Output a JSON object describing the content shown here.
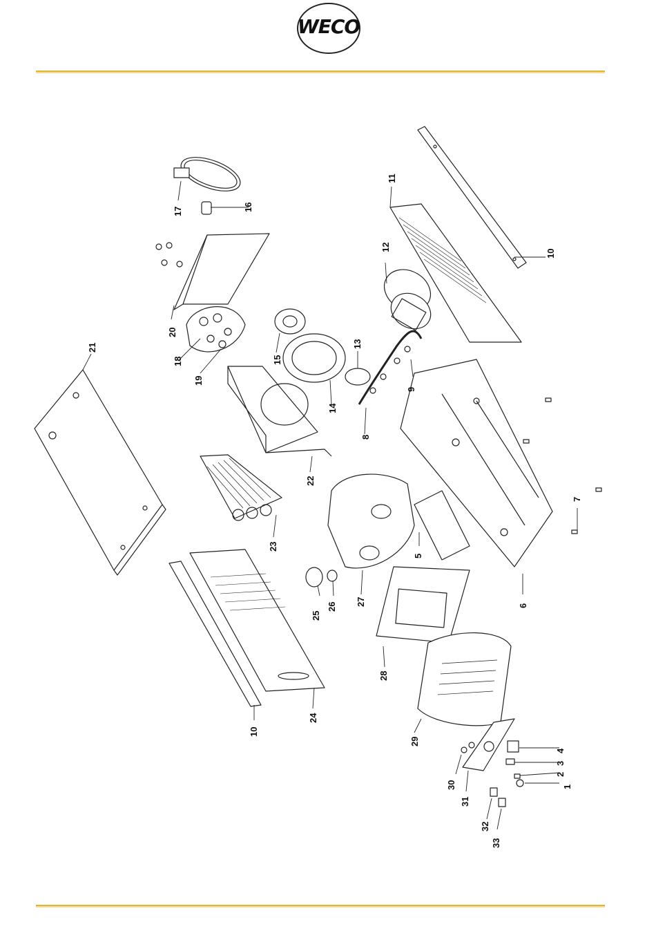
{
  "header": {
    "logo_text": "WECO"
  },
  "colors": {
    "accent_rule": "#e2b33a",
    "line": "#222222"
  },
  "callouts": [
    {
      "id": "c1",
      "text": "1"
    },
    {
      "id": "c2",
      "text": "2"
    },
    {
      "id": "c3",
      "text": "3"
    },
    {
      "id": "c4",
      "text": "4"
    },
    {
      "id": "c5",
      "text": "5"
    },
    {
      "id": "c6",
      "text": "6"
    },
    {
      "id": "c7",
      "text": "7"
    },
    {
      "id": "c8",
      "text": "8"
    },
    {
      "id": "c9",
      "text": "9"
    },
    {
      "id": "c10a",
      "text": "10"
    },
    {
      "id": "c10b",
      "text": "10"
    },
    {
      "id": "c11",
      "text": "11"
    },
    {
      "id": "c12",
      "text": "12"
    },
    {
      "id": "c13",
      "text": "13"
    },
    {
      "id": "c14",
      "text": "14"
    },
    {
      "id": "c15",
      "text": "15"
    },
    {
      "id": "c16",
      "text": "16"
    },
    {
      "id": "c17",
      "text": "17"
    },
    {
      "id": "c18",
      "text": "18"
    },
    {
      "id": "c19",
      "text": "19"
    },
    {
      "id": "c20",
      "text": "20"
    },
    {
      "id": "c21",
      "text": "21"
    },
    {
      "id": "c22",
      "text": "22"
    },
    {
      "id": "c23",
      "text": "23"
    },
    {
      "id": "c24",
      "text": "24"
    },
    {
      "id": "c25",
      "text": "25"
    },
    {
      "id": "c26",
      "text": "26"
    },
    {
      "id": "c27",
      "text": "27"
    },
    {
      "id": "c28",
      "text": "28"
    },
    {
      "id": "c29",
      "text": "29"
    },
    {
      "id": "c30",
      "text": "30"
    },
    {
      "id": "c31",
      "text": "31"
    },
    {
      "id": "c32",
      "text": "32"
    },
    {
      "id": "c33",
      "text": "33"
    }
  ]
}
